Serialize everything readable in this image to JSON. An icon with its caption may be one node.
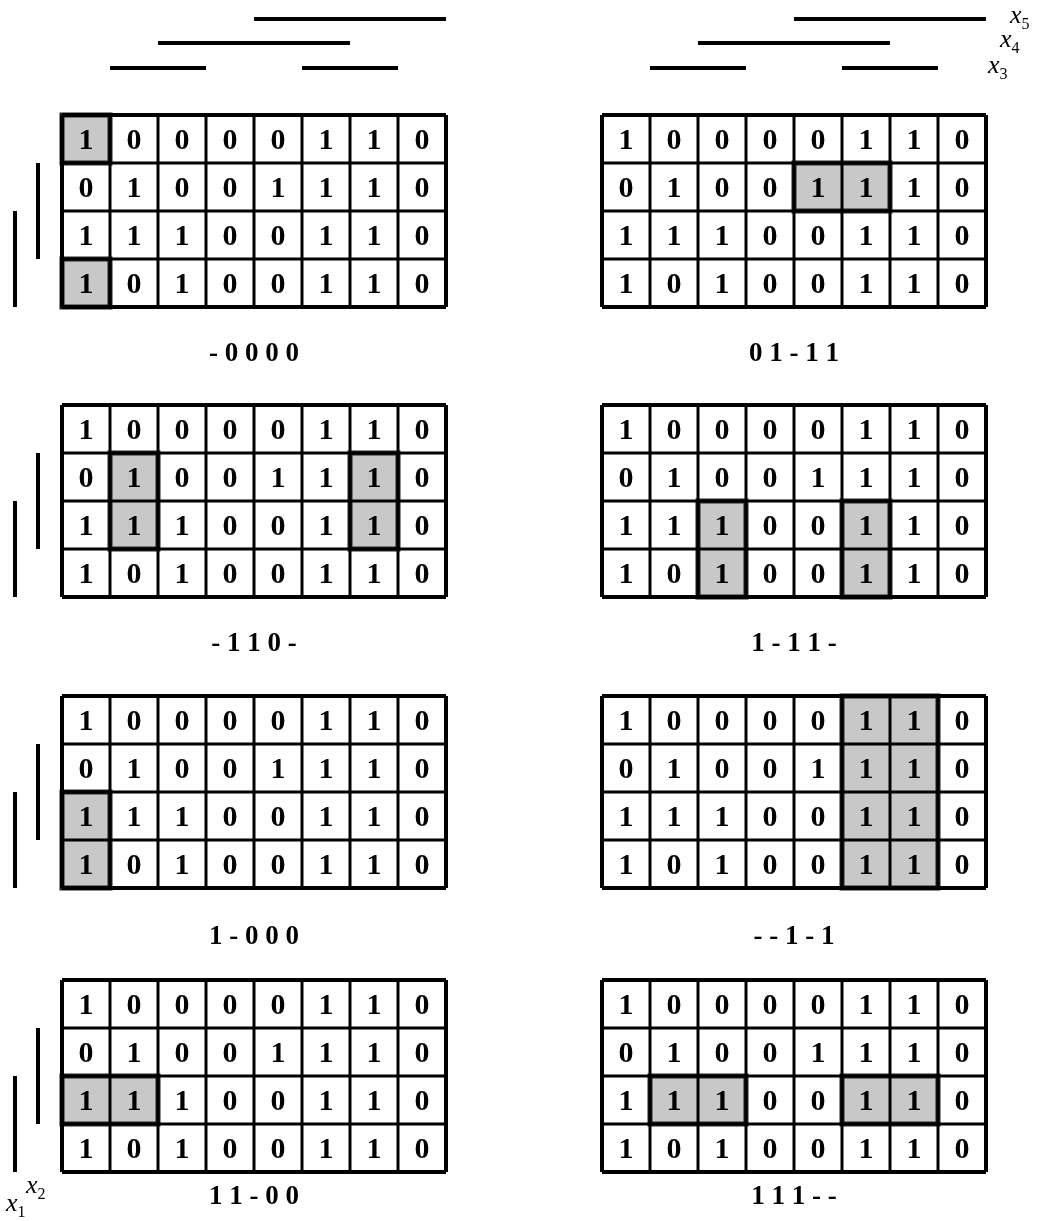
{
  "diagram": {
    "labels": [
      "x$_{5}$",
      "x$_{4}$",
      "x$_{3}$",
      "1",
      "0",
      "0",
      "0",
      "0",
      "1",
      "1",
      "0",
      "0",
      "1",
      "0",
      "0",
      "1",
      "1",
      "1",
      "0",
      "1",
      "1",
      "1",
      "0",
      "0",
      "1",
      "1",
      "0",
      "1",
      "0",
      "1",
      "0",
      "0",
      "1",
      "1",
      "0",
      "1",
      "0",
      "0",
      "0",
      "0",
      "1",
      "1",
      "0",
      "0",
      "1",
      "0",
      "0",
      "1",
      "1",
      "1",
      "0",
      "1",
      "1",
      "1",
      "0",
      "0",
      "1",
      "1",
      "0",
      "1",
      "0",
      "1",
      "0",
      "0",
      "1",
      "1",
      "0",
      "- 0 0 0 0",
      "0 1 - 1 1",
      "1",
      "0",
      "0",
      "0",
      "0",
      "1",
      "1",
      "0",
      "0",
      "1",
      "0",
      "0",
      "1",
      "1",
      "1",
      "0",
      "1",
      "1",
      "1",
      "0",
      "0",
      "1",
      "1",
      "0",
      "1",
      "0",
      "1",
      "0",
      "0",
      "1",
      "1",
      "0",
      "1",
      "0",
      "0",
      "0",
      "0",
      "1",
      "1",
      "0",
      "0",
      "1",
      "0",
      "0",
      "1",
      "1",
      "1",
      "0",
      "1",
      "1",
      "1",
      "0",
      "0",
      "1",
      "1",
      "0",
      "1",
      "0",
      "1",
      "0",
      "0",
      "1",
      "1",
      "0",
      "- 1 1 0 -",
      "1 - 1 1 -",
      "1",
      "0",
      "0",
      "0",
      "0",
      "1",
      "1",
      "0",
      "0",
      "1",
      "0",
      "0",
      "1",
      "1",
      "1",
      "0",
      "1",
      "1",
      "1",
      "0",
      "0",
      "1",
      "1",
      "0",
      "1",
      "0",
      "1",
      "0",
      "0",
      "1",
      "1",
      "0",
      "1",
      "0",
      "0",
      "0",
      "0",
      "1",
      "1",
      "0",
      "0",
      "1",
      "0",
      "0",
      "1",
      "1",
      "1",
      "0",
      "1",
      "1",
      "1",
      "0",
      "0",
      "1",
      "1",
      "0",
      "1",
      "0",
      "1",
      "0",
      "0",
      "1",
      "1",
      "0",
      "1 - 0 0 0",
      "- - 1 - 1",
      "1",
      "0",
      "0",
      "0",
      "0",
      "1",
      "1",
      "0",
      "0",
      "1",
      "0",
      "0",
      "1",
      "1",
      "1",
      "0",
      "1",
      "1",
      "1",
      "0",
      "0",
      "1",
      "1",
      "0",
      "1",
      "0",
      "1",
      "0",
      "0",
      "1",
      "1",
      "0",
      "1",
      "0",
      "0",
      "0",
      "0",
      "1",
      "1",
      "0",
      "0",
      "1",
      "0",
      "0",
      "1",
      "1",
      "1",
      "0",
      "1",
      "1",
      "1",
      "0",
      "0",
      "1",
      "1",
      "0",
      "1",
      "0",
      "1",
      "0",
      "0",
      "1",
      "1",
      "0",
      "x$_{2}$",
      "x$_{1}$",
      "1 1 - 0 0",
      "1 1 1 - -"
    ]
  }
}
